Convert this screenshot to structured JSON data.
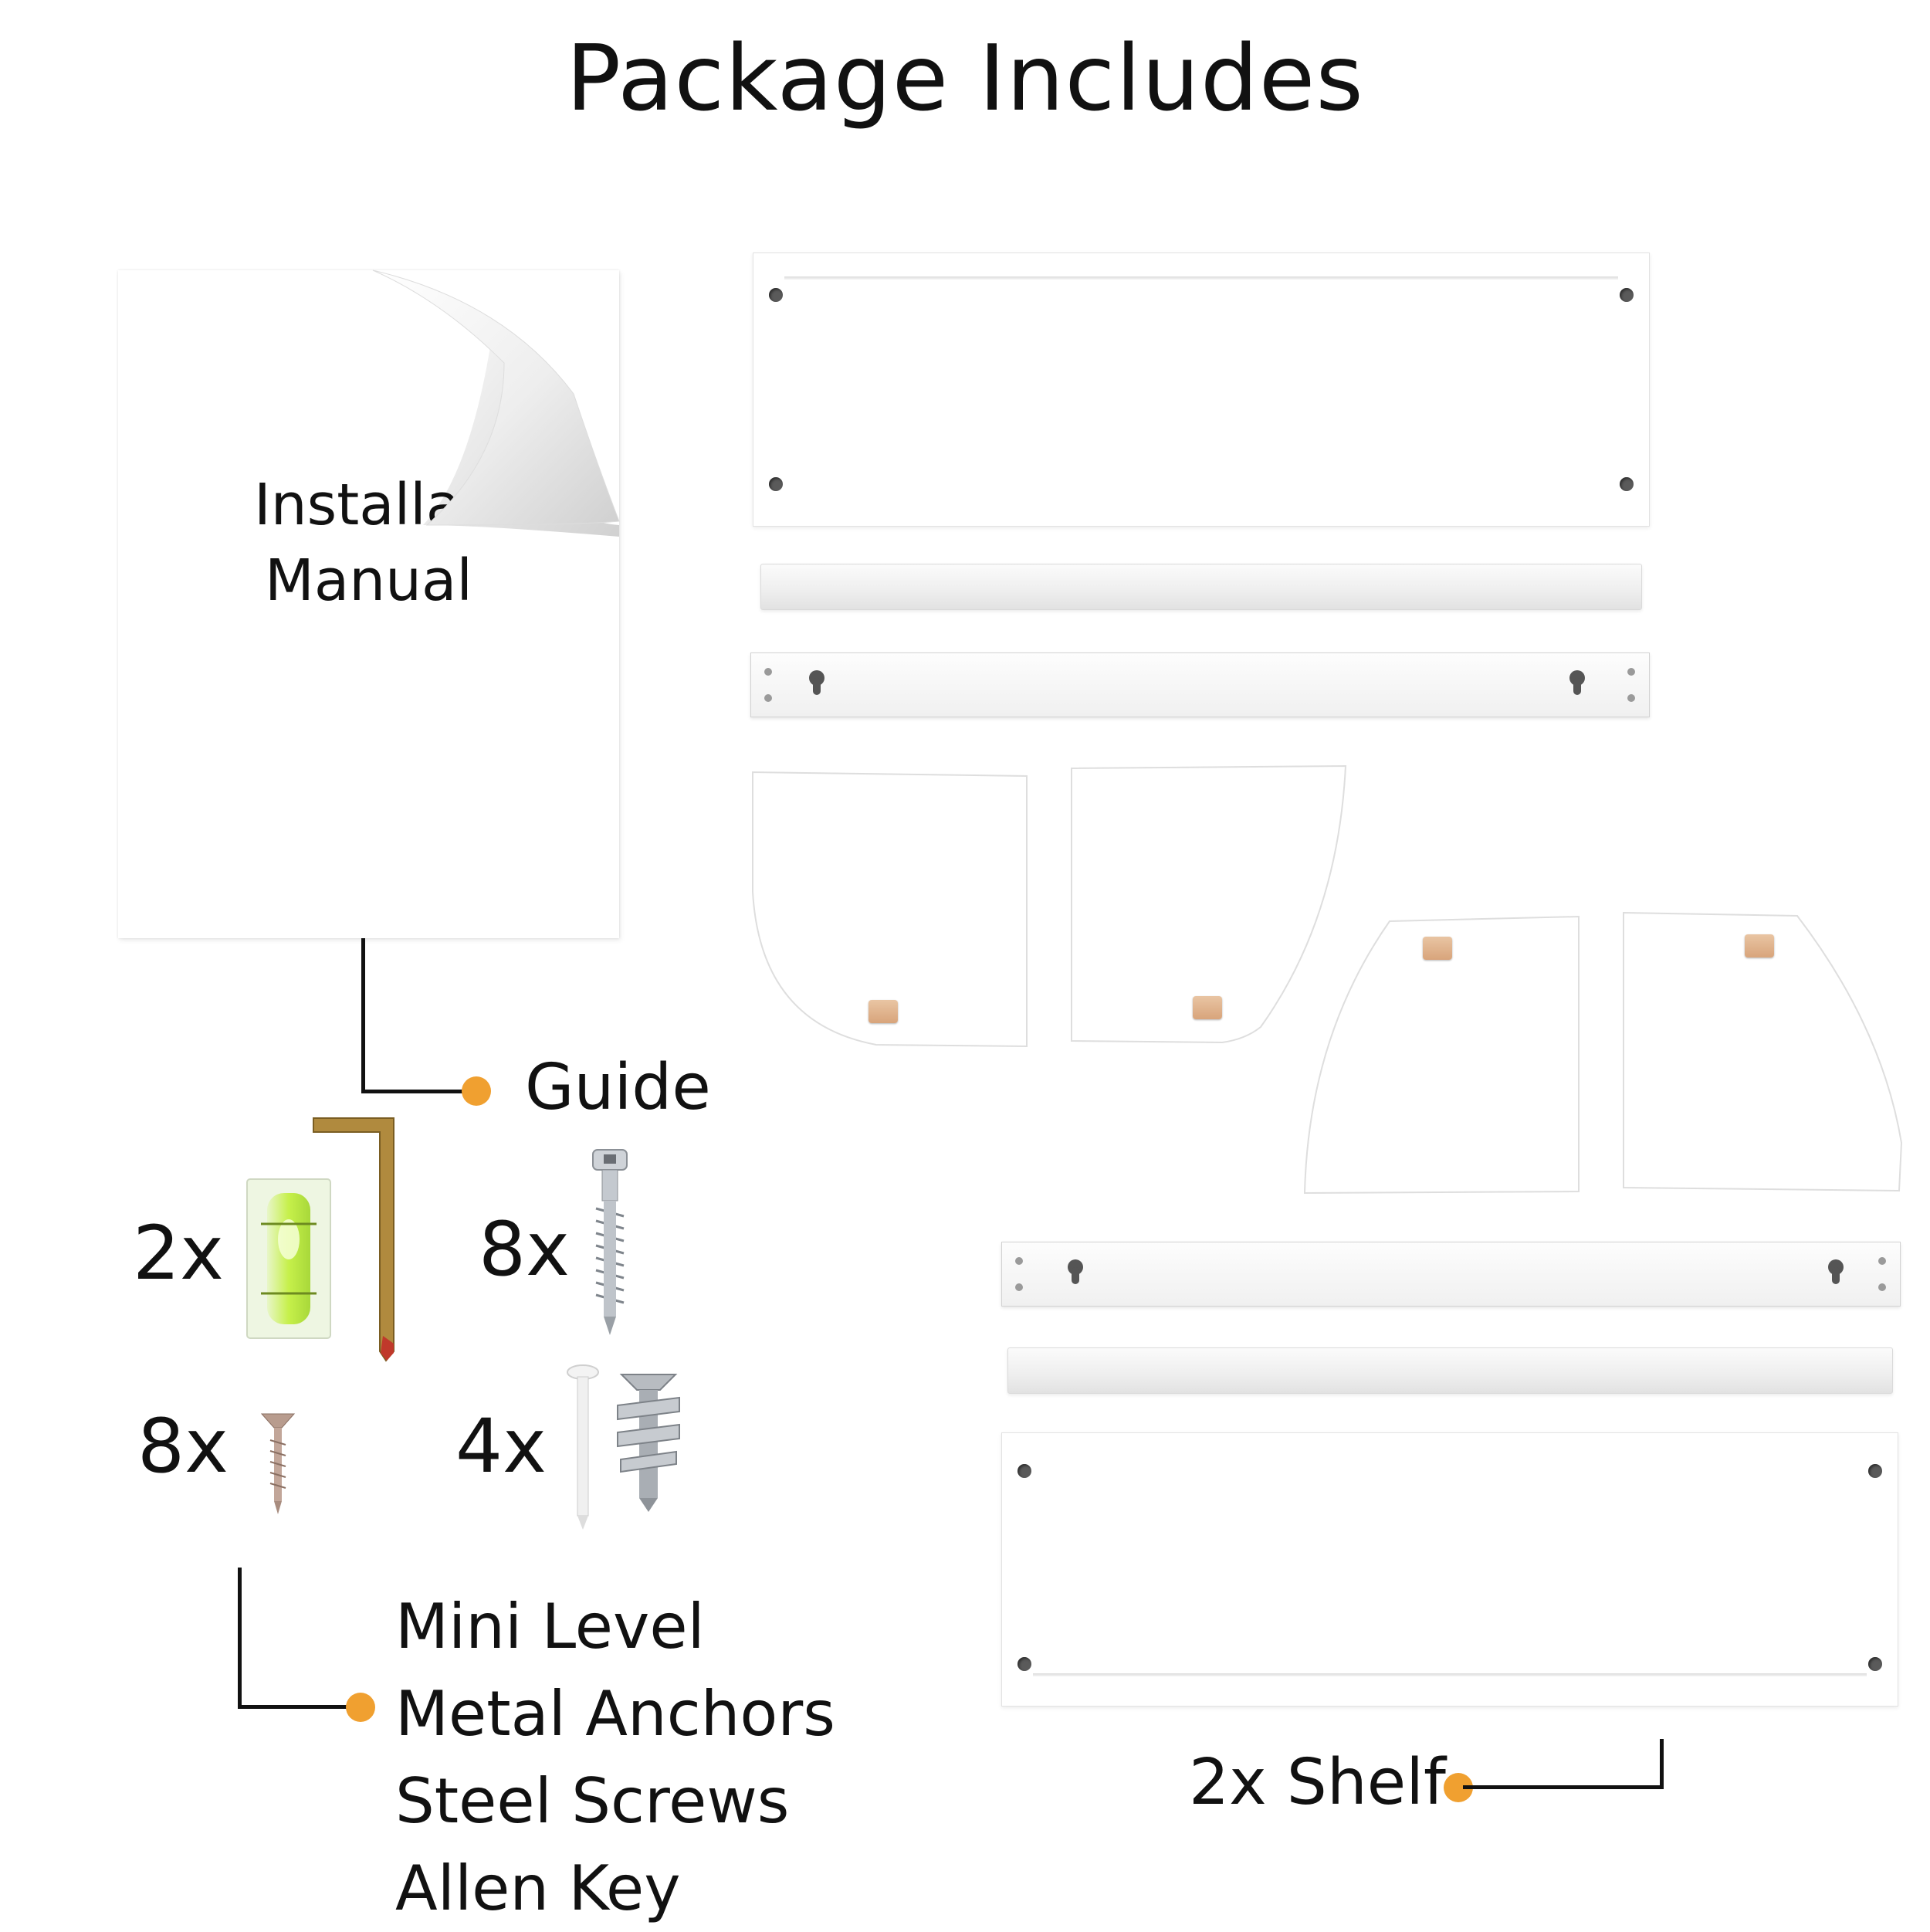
{
  "title": "Package Includes",
  "manual": {
    "line1": "Installat",
    "line2": "Manual"
  },
  "guide_label": "Guide",
  "counts": {
    "level_key": "2x",
    "long_screws": "8x",
    "wood_screws": "8x",
    "anchors": "4x"
  },
  "hardware_list": [
    "Mini Level",
    "Metal Anchors",
    "Steel Screws",
    "Allen Key"
  ],
  "shelf_label": "2x Shelf",
  "colors": {
    "accent": "#f0a030",
    "line": "#111111",
    "level_liquid": "#c6f04a",
    "allen_key": "#b08a3e",
    "wood_peg": "#d8a47b"
  },
  "icons": [
    "manual-page-curl",
    "allen-key",
    "mini-level",
    "steel-screw",
    "wood-screw",
    "anchor-nail",
    "metal-anchor"
  ]
}
